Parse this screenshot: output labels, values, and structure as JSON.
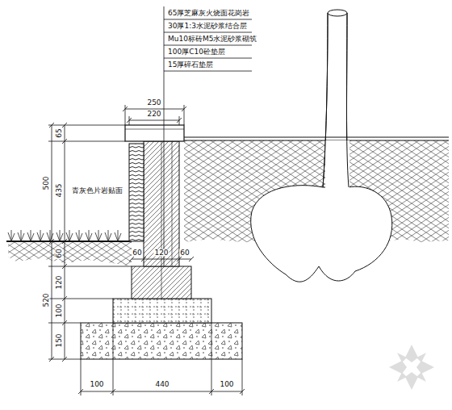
{
  "diagram": {
    "labels": [
      "65厚芝麻灰火烧面花岗岩",
      "30厚1:3水泥砂浆结合层",
      "Mu10标砖M5水泥砂浆砌筑",
      "100厚C10砼垫层",
      "15厚碎石垫层",
      "250",
      "220",
      "65",
      "435",
      "500",
      "青灰色片岩贴面",
      "60",
      "120",
      "60",
      "60",
      "120",
      "520",
      "100",
      "150",
      "100",
      "440",
      "100"
    ]
  }
}
